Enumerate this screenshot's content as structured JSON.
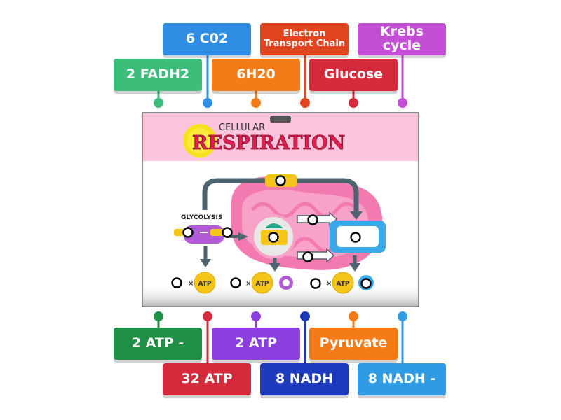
{
  "labels": {
    "top_row1": [
      {
        "text": "6 C02",
        "color": "#2f8de4",
        "pin": "#2f8de4"
      },
      {
        "text": "Electron\nTransport Chain",
        "color": "#e1441f",
        "pin": "#e1441f"
      },
      {
        "text": "Krebs cycle",
        "color": "#c44fd6",
        "pin": "#c44fd6"
      }
    ],
    "top_row2": [
      {
        "text": "2 FADH2",
        "color": "#3cbe7a",
        "pin": "#3cbe7a"
      },
      {
        "text": "6H20",
        "color": "#f47b18",
        "pin": "#f47b18"
      },
      {
        "text": "Glucose",
        "color": "#d42a3b",
        "pin": "#d42a3b"
      }
    ],
    "bottom_row1": [
      {
        "text": "2 ATP -",
        "color": "#1e8f45",
        "pin": "#1e8f45"
      },
      {
        "text": "2 ATP",
        "color": "#8b3fe0",
        "pin": "#8b3fe0"
      },
      {
        "text": "Pyruvate",
        "color": "#f47b18",
        "pin": "#f47b18"
      }
    ],
    "bottom_row2": [
      {
        "text": "32 ATP",
        "color": "#d42a3b",
        "pin": "#d42a3b"
      },
      {
        "text": "8 NADH",
        "color": "#1f3bbd",
        "pin": "#1f3bbd"
      },
      {
        "text": "8 NADH -",
        "color": "#2f9be4",
        "pin": "#2f9be4"
      }
    ]
  },
  "diagram": {
    "title_small": "CELLULAR",
    "title_large": "RESPIRATION",
    "glycolysis_label": "GLYCOLYSIS",
    "atp_text": "ATP",
    "times_sign": "×",
    "colors": {
      "header_bg": "#fbc4dc",
      "title_red": "#e01e4f",
      "sun": "#f7e11a",
      "mito_pink": "#f37ab0",
      "arrow_gray": "#4d6470",
      "cyan_box": "#3aa9ea",
      "purple": "#b25ad8",
      "yellow": "#f5c518"
    }
  }
}
